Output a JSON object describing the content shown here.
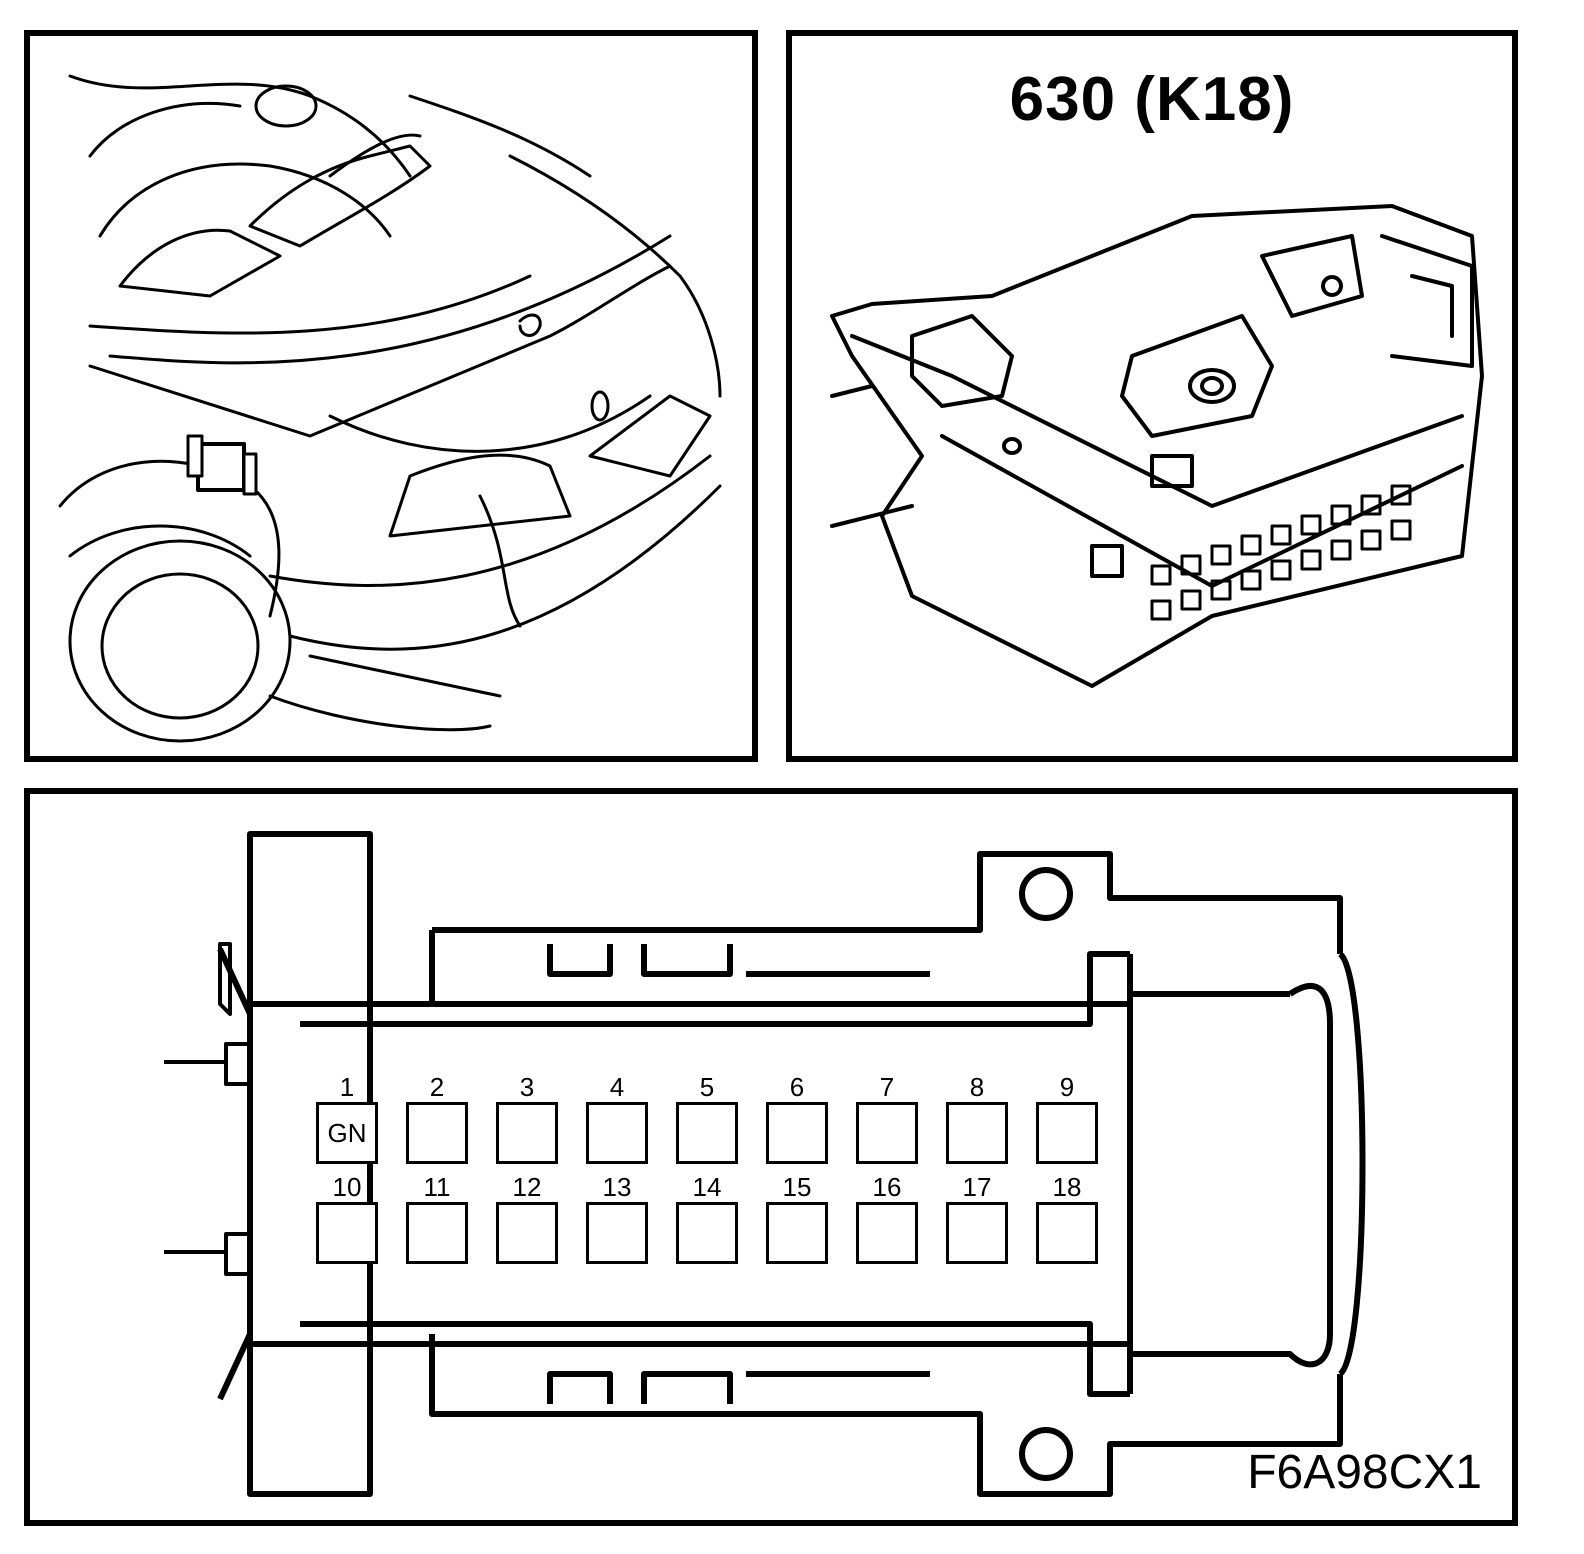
{
  "connector": {
    "title": "630 (K18)",
    "figure_code": "F6A98CX1"
  },
  "pins": [
    {
      "number": "1",
      "label": "GN"
    },
    {
      "number": "2",
      "label": ""
    },
    {
      "number": "3",
      "label": ""
    },
    {
      "number": "4",
      "label": ""
    },
    {
      "number": "5",
      "label": ""
    },
    {
      "number": "6",
      "label": ""
    },
    {
      "number": "7",
      "label": ""
    },
    {
      "number": "8",
      "label": ""
    },
    {
      "number": "9",
      "label": ""
    },
    {
      "number": "10",
      "label": ""
    },
    {
      "number": "11",
      "label": ""
    },
    {
      "number": "12",
      "label": ""
    },
    {
      "number": "13",
      "label": ""
    },
    {
      "number": "14",
      "label": ""
    },
    {
      "number": "15",
      "label": ""
    },
    {
      "number": "16",
      "label": ""
    },
    {
      "number": "17",
      "label": ""
    },
    {
      "number": "18",
      "label": ""
    }
  ]
}
